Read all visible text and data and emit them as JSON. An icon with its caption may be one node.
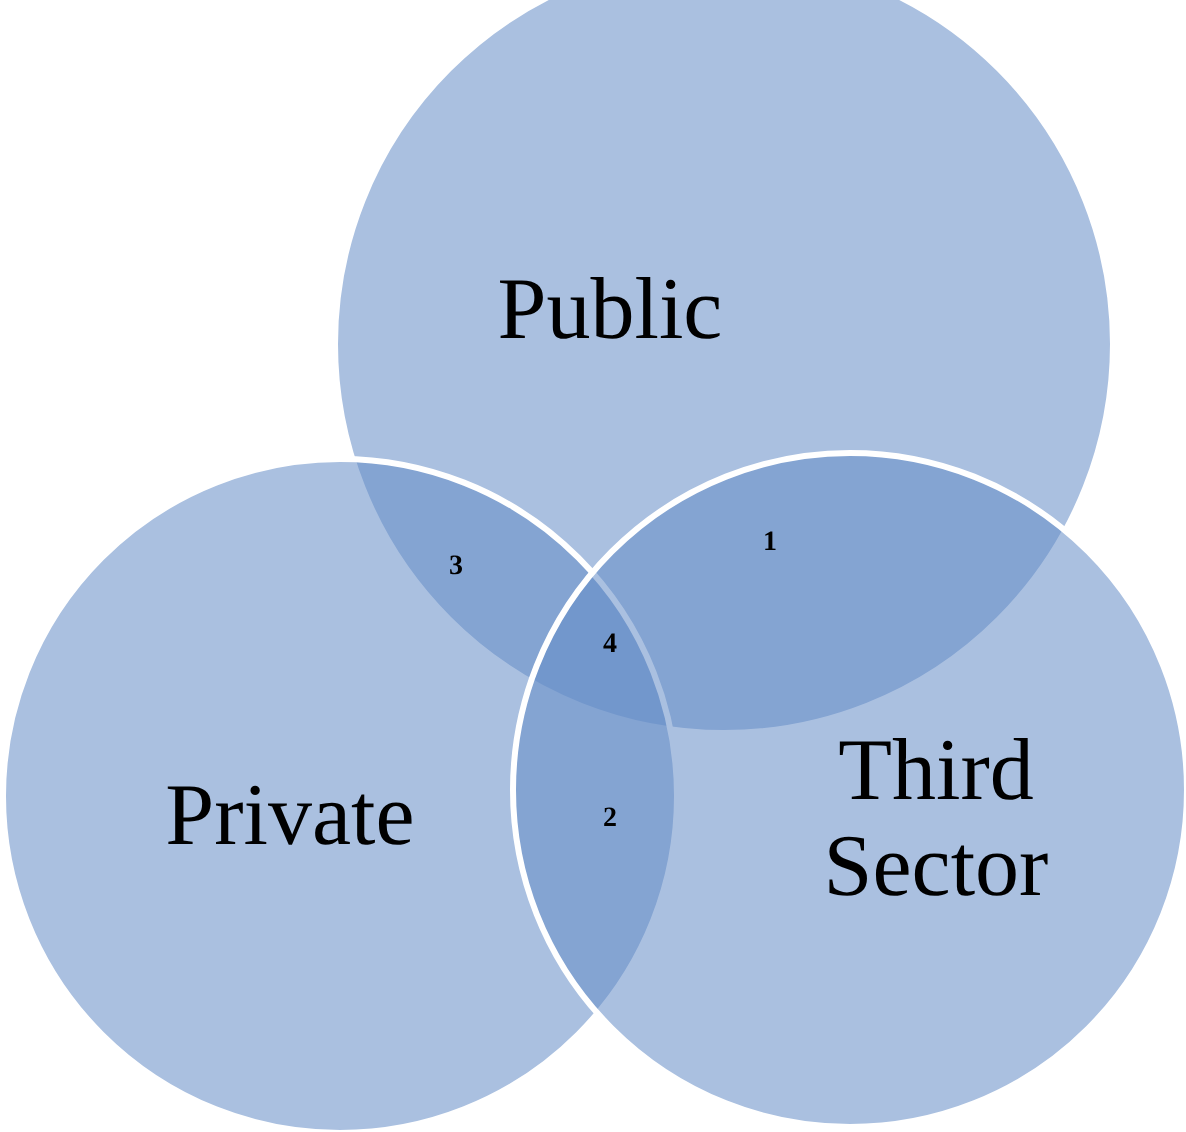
{
  "diagram": {
    "nodes": [
      {
        "text": [
          "Public"
        ]
      },
      {
        "text": [
          "Private"
        ]
      },
      {
        "text": [
          "Third Sector"
        ]
      }
    ],
    "labels": [
      "3",
      "1",
      "4",
      "2"
    ]
  }
}
